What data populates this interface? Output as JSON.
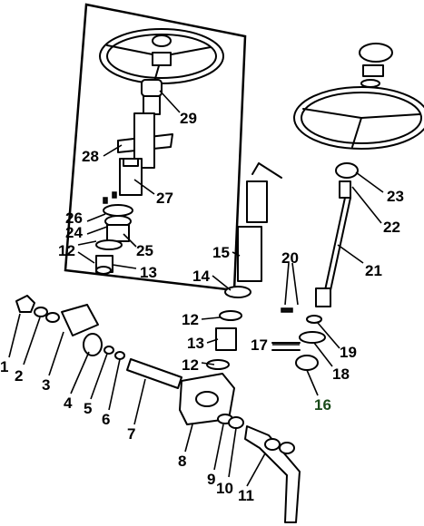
{
  "callouts": [
    "1",
    "2",
    "3",
    "4",
    "5",
    "6",
    "7",
    "8",
    "9",
    "10",
    "11",
    "12",
    "12",
    "12",
    "13",
    "13",
    "14",
    "15",
    "16",
    "17",
    "18",
    "19",
    "20",
    "21",
    "22",
    "23",
    "24",
    "25",
    "26",
    "27",
    "28",
    "29"
  ],
  "colors": {
    "ink": "#000000",
    "paper": "#ffffff",
    "label_16": "#1a4a1a"
  }
}
